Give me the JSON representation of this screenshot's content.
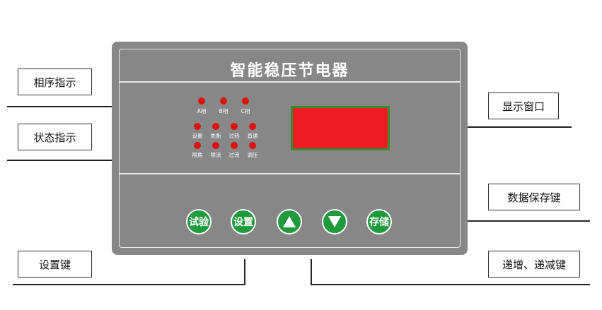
{
  "panel": {
    "title": "智能稳压节电器",
    "leds_row1": [
      {
        "label": "A相"
      },
      {
        "label": "B相"
      },
      {
        "label": "C相"
      }
    ],
    "leds_row2": [
      {
        "label": "设置"
      },
      {
        "label": "失衡"
      },
      {
        "label": "过热"
      },
      {
        "label": "直通"
      }
    ],
    "leds_row3": [
      {
        "label": "限角"
      },
      {
        "label": "限流"
      },
      {
        "label": "过流"
      },
      {
        "label": "调压"
      }
    ],
    "buttons": {
      "test": "试验",
      "set": "设置",
      "up_icon": "up-triangle",
      "down_icon": "down-triangle",
      "store": "存储"
    }
  },
  "callouts": {
    "phase_indicator": "相序指示",
    "status_indicator": "状态指示",
    "display_window": "显示窗口",
    "data_save_key": "数据保存键",
    "set_key": "设置键",
    "inc_dec_keys": "递增、递减键"
  },
  "colors": {
    "panel": "#878787",
    "led": "#e01010",
    "display": "#ee1c24",
    "button": "#1f9a3d"
  }
}
